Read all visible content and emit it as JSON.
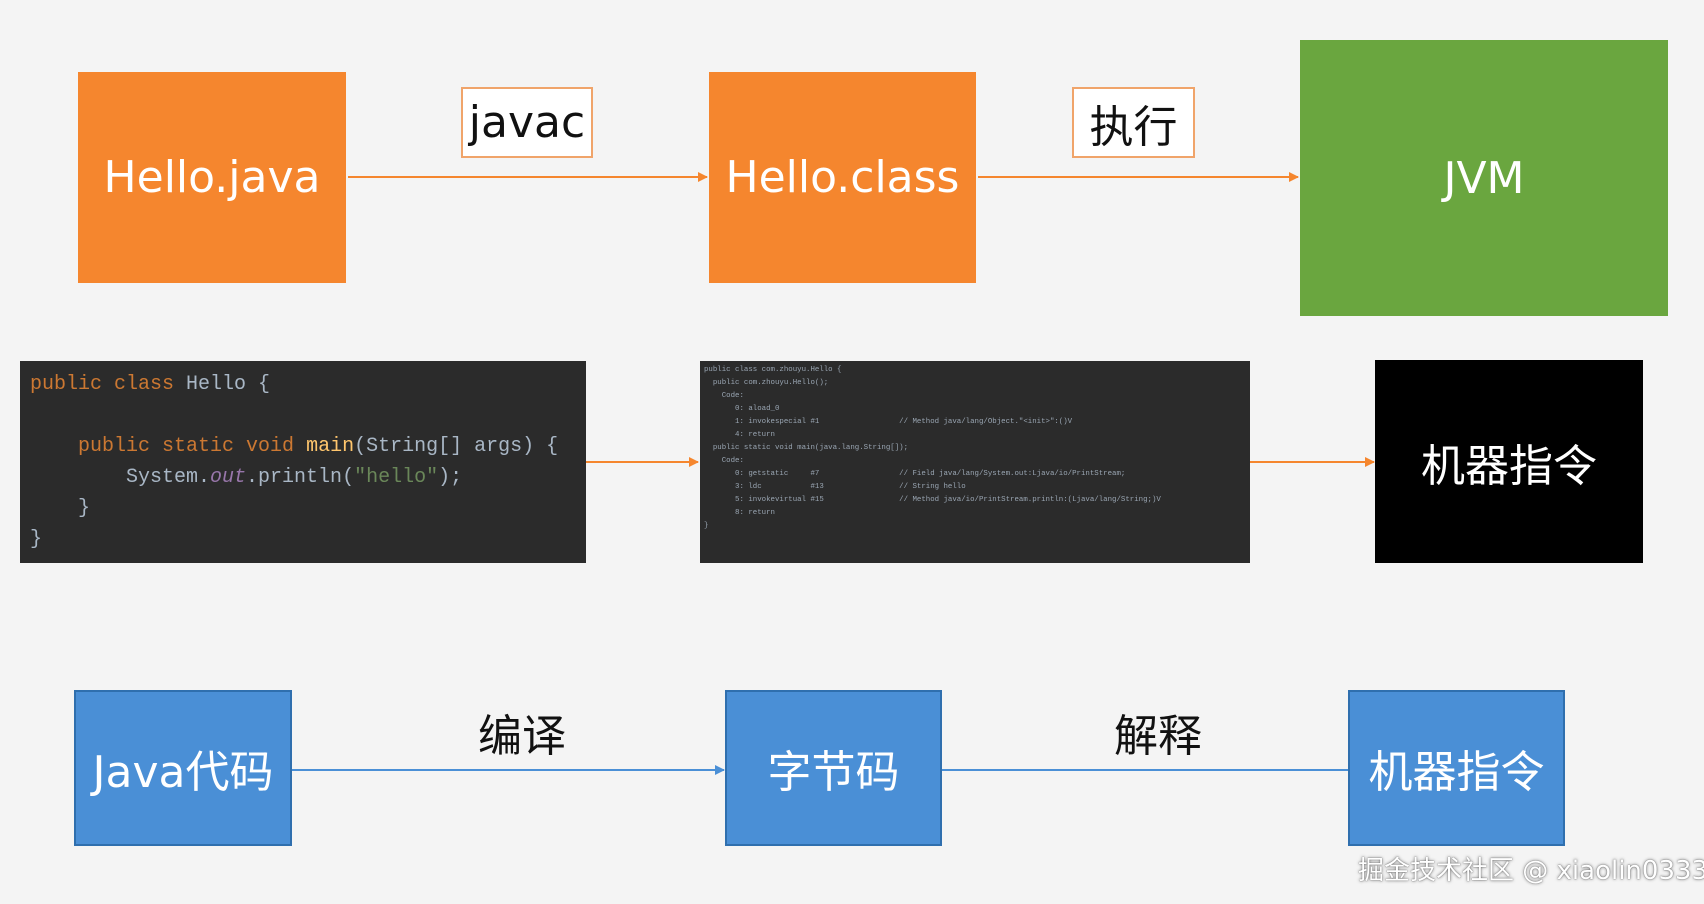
{
  "top_row": {
    "source_file": "Hello.java",
    "compile_label": "javac",
    "class_file": "Hello.class",
    "execute_label": "执行",
    "jvm": "JVM"
  },
  "middle_row": {
    "source_code": [
      "public class Hello {",
      "",
      "    public static void main(String[] args) {",
      "        System.out.println(\"hello\");",
      "    }",
      "}"
    ],
    "bytecode": [
      "public class com.zhouyu.Hello {",
      "  public com.zhouyu.Hello();",
      "    Code:",
      "       0: aload_0",
      "       1: invokespecial #1                  // Method java/lang/Object.\"<init>\":()V",
      "       4: return",
      "",
      "  public static void main(java.lang.String[]);",
      "    Code:",
      "       0: getstatic     #7                  // Field java/lang/System.out:Ljava/io/PrintStream;",
      "       3: ldc           #13                 // String hello",
      "       5: invokevirtual #15                 // Method java/io/PrintStream.println:(Ljava/lang/String;)V",
      "       8: return",
      "}"
    ],
    "machine_code": "机器指令"
  },
  "bottom_row": {
    "java_code": "Java代码",
    "compile_label": "编译",
    "bytecode": "字节码",
    "interpret_label": "解释",
    "machine_code": "机器指令"
  },
  "watermark": "掘金技术社区 @ xiaolin0333",
  "colors": {
    "orange": "#f5862e",
    "green": "#6aa63f",
    "blue": "#4a8fd6",
    "orange_arrow": "#f5862e",
    "blue_arrow": "#4a8fd6"
  }
}
